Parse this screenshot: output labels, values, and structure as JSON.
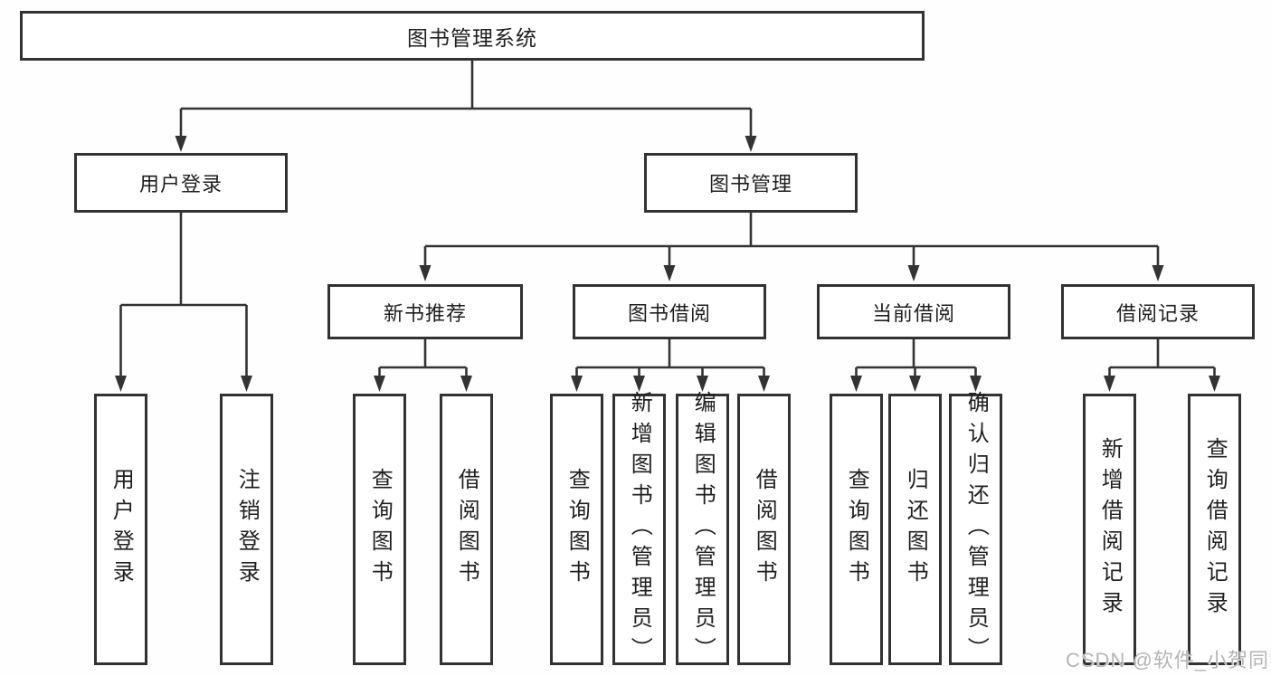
{
  "diagram_type": "hierarchy",
  "colors": {
    "line": "#333333",
    "box_border": "#323232",
    "text": "#1f1f1f",
    "watermark": "#b5b5b5",
    "background": "#fefefe"
  },
  "tree": {
    "root": {
      "label": "图书管理系统"
    },
    "level2": [
      {
        "id": "user-login",
        "label": "用户登录"
      },
      {
        "id": "book-management",
        "label": "图书管理"
      }
    ],
    "level3": [
      {
        "id": "new-book-recommend",
        "parent": "图书管理",
        "label": "新书推荐"
      },
      {
        "id": "book-borrowing",
        "parent": "图书管理",
        "label": "图书借阅"
      },
      {
        "id": "current-borrowing",
        "parent": "图书管理",
        "label": "当前借阅"
      },
      {
        "id": "borrowing-records",
        "parent": "图书管理",
        "label": "借阅记录"
      }
    ],
    "leaves": [
      {
        "parent": "用户登录",
        "label": "用户登录"
      },
      {
        "parent": "用户登录",
        "label": "注销登录"
      },
      {
        "parent": "新书推荐",
        "label": "查询图书"
      },
      {
        "parent": "新书推荐",
        "label": "借阅图书"
      },
      {
        "parent": "图书借阅",
        "label": "查询图书"
      },
      {
        "parent": "图书借阅",
        "label": "新增图书（管理员）"
      },
      {
        "parent": "图书借阅",
        "label": "编辑图书（管理员）"
      },
      {
        "parent": "图书借阅",
        "label": "借阅图书"
      },
      {
        "parent": "当前借阅",
        "label": "查询图书"
      },
      {
        "parent": "当前借阅",
        "label": "归还图书"
      },
      {
        "parent": "当前借阅",
        "label": "确认归还（管理员）"
      },
      {
        "parent": "借阅记录",
        "label": "新增借阅记录"
      },
      {
        "parent": "借阅记录",
        "label": "查询借阅记录"
      }
    ]
  },
  "watermark": "CSDN @软件_小贺同学"
}
